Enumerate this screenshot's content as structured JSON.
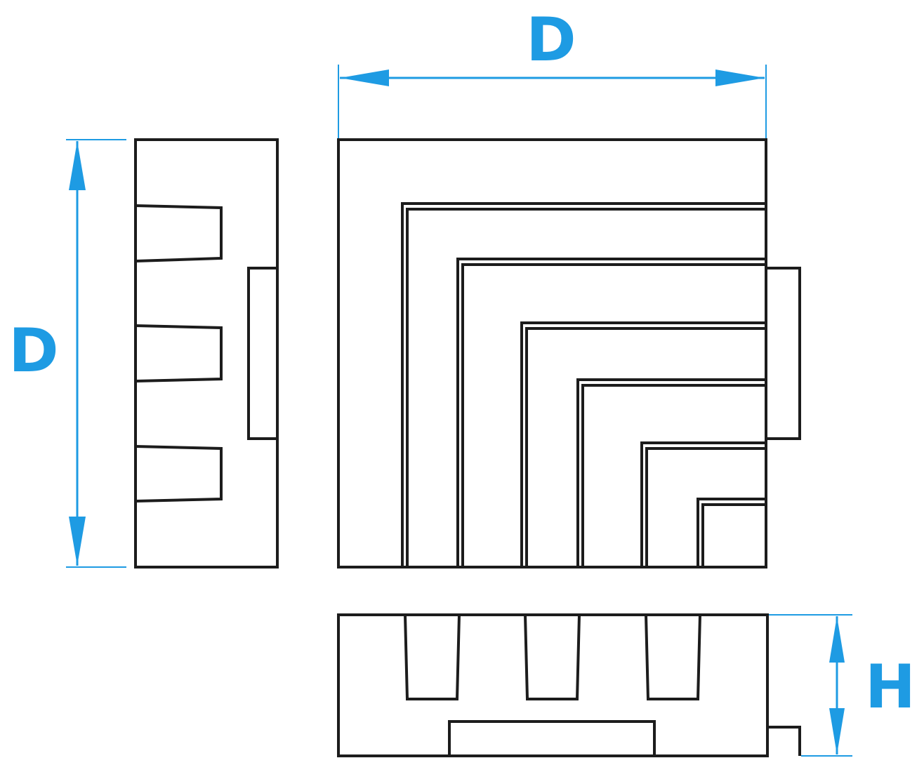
{
  "dimensions": {
    "top_width": "D",
    "side_height": "D",
    "front_height": "H"
  },
  "colors": {
    "outline": "#1c1c1c",
    "dimension": "#1e9be3",
    "background": "#ffffff"
  }
}
